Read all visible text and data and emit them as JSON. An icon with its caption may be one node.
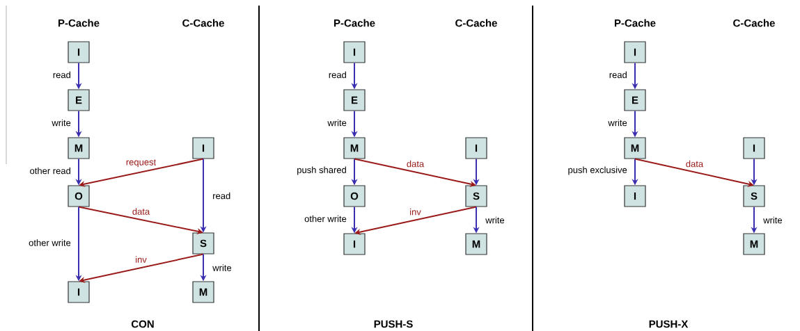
{
  "diagram": {
    "nodes": [
      {
        "text": [
          "I"
        ]
      },
      {
        "text": [
          "E"
        ]
      },
      {
        "text": [
          "M"
        ]
      },
      {
        "text": [
          "I"
        ]
      },
      {
        "text": [
          "O"
        ]
      },
      {
        "text": [
          "S"
        ]
      },
      {
        "text": [
          "I"
        ]
      },
      {
        "text": [
          "M"
        ]
      },
      {
        "text": [
          "I"
        ]
      },
      {
        "text": [
          "E"
        ]
      },
      {
        "text": [
          "M"
        ]
      },
      {
        "text": [
          "I"
        ]
      },
      {
        "text": [
          "O"
        ]
      },
      {
        "text": [
          "S"
        ]
      },
      {
        "text": [
          "I"
        ]
      },
      {
        "text": [
          "M"
        ]
      },
      {
        "text": [
          "I"
        ]
      },
      {
        "text": [
          "E"
        ]
      },
      {
        "text": [
          "M"
        ]
      },
      {
        "text": [
          "I"
        ]
      },
      {
        "text": [
          "I"
        ]
      },
      {
        "text": [
          "S"
        ]
      },
      {
        "text": [
          "M"
        ]
      }
    ],
    "edges": [
      {
        "from": 0,
        "to": 1,
        "arrow": "to",
        "label": "read"
      },
      {
        "from": 1,
        "to": 2,
        "arrow": "to",
        "label": "write"
      },
      {
        "from": 2,
        "to": 4,
        "arrow": "to",
        "label": "other read"
      },
      {
        "from": 3,
        "to": 4,
        "arrow": "to",
        "label": "request",
        "color": "#9b1b1b"
      },
      {
        "from": 3,
        "to": 5,
        "arrow": "to",
        "label": "read"
      },
      {
        "from": 4,
        "to": 5,
        "arrow": "to",
        "label": "data",
        "color": "#9b1b1b"
      },
      {
        "from": 4,
        "to": 6,
        "arrow": "to",
        "label": "other write"
      },
      {
        "from": 5,
        "to": 6,
        "arrow": "to",
        "label": "inv",
        "color": "#9b1b1b"
      },
      {
        "from": 5,
        "to": 7,
        "arrow": "to",
        "label": "write"
      },
      {
        "from": 8,
        "to": 9,
        "arrow": "to",
        "label": "read"
      },
      {
        "from": 9,
        "to": 10,
        "arrow": "to",
        "label": "write"
      },
      {
        "from": 10,
        "to": 12,
        "arrow": "to",
        "label": "push shared"
      },
      {
        "from": 10,
        "to": 13,
        "arrow": "to",
        "label": "data",
        "color": "#9b1b1b"
      },
      {
        "from": 11,
        "to": 13,
        "arrow": "to"
      },
      {
        "from": 12,
        "to": 14,
        "arrow": "to",
        "label": "other write"
      },
      {
        "from": 13,
        "to": 14,
        "arrow": "to",
        "label": "inv",
        "color": "#9b1b1b"
      },
      {
        "from": 13,
        "to": 15,
        "arrow": "to",
        "label": "write"
      },
      {
        "from": 16,
        "to": 17,
        "arrow": "to",
        "label": "read"
      },
      {
        "from": 17,
        "to": 18,
        "arrow": "to",
        "label": "write"
      },
      {
        "from": 18,
        "to": 20,
        "arrow": "to",
        "label": "push exclusive"
      },
      {
        "from": 18,
        "to": 21,
        "arrow": "to",
        "label": "data",
        "color": "#9b1b1b"
      },
      {
        "from": 19,
        "to": 21,
        "arrow": "to"
      },
      {
        "from": 21,
        "to": 22,
        "arrow": "to",
        "label": "write"
      }
    ],
    "labels": [
      "P-Cache",
      "C-Cache",
      "P-Cache",
      "C-Cache",
      "P-Cache",
      "C-Cache",
      "CON",
      "PUSH-S",
      "PUSH-X"
    ]
  }
}
